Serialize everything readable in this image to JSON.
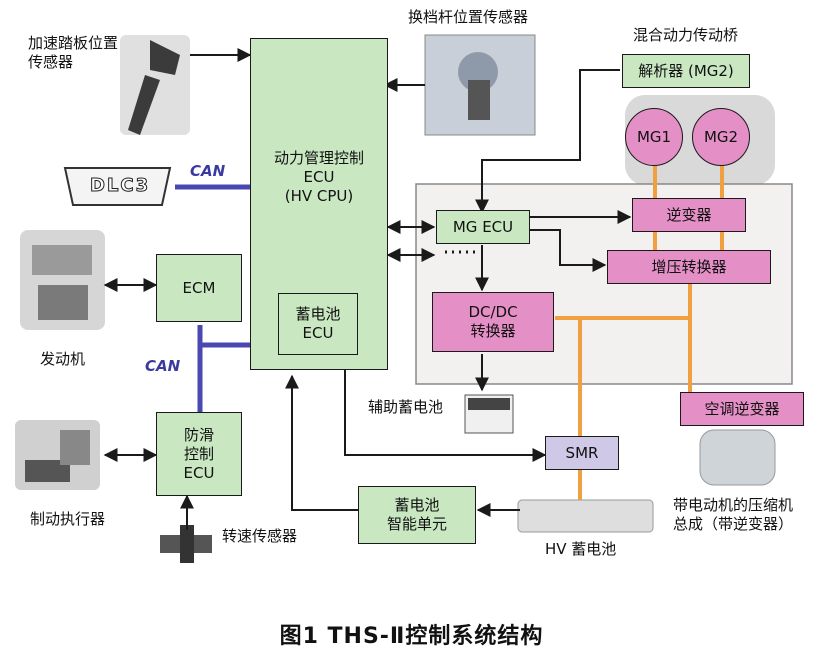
{
  "caption": "图1 THS-Ⅱ控制系统结构",
  "can_label": "CAN",
  "ecu": {
    "power_main": "动力管理控制\nECU\n(HV CPU)",
    "battery_ecu": "蓄电池\nECU",
    "ecm": "ECM",
    "skid": "防滑\n控制\nECU",
    "mg_ecu": "MG ECU",
    "dc_dc": "DC/DC\n转换器",
    "inverter": "逆变器",
    "boost": "增压转换器",
    "ac_inverter": "空调逆变器",
    "resolver": "解析器 (MG2)",
    "smr": "SMR",
    "battery_smart": "蓄电池\n智能单元",
    "mg1": "MG1",
    "mg2": "MG2"
  },
  "labels": {
    "accel_sensor": "加速踏板位置\n传感器",
    "shift_sensor": "换档杆位置传感器",
    "hybrid_transaxle": "混合动力传动桥",
    "dlc3": "DLC3",
    "engine": "发动机",
    "brake_actuator": "制动执行器",
    "speed_sensor": "转速传感器",
    "aux_battery": "辅助蓄电池",
    "hv_battery": "HV 蓄电池",
    "compressor": "带电动机的压缩机\n总成（带逆变器）"
  },
  "colors": {
    "box_green": "#c9e8c2",
    "box_pink": "#e48fc6",
    "box_lavender": "#cfc8e6",
    "can_bus": "#4a47b0",
    "hv_line": "#f0a040",
    "signal_line": "#1a1a1a"
  }
}
